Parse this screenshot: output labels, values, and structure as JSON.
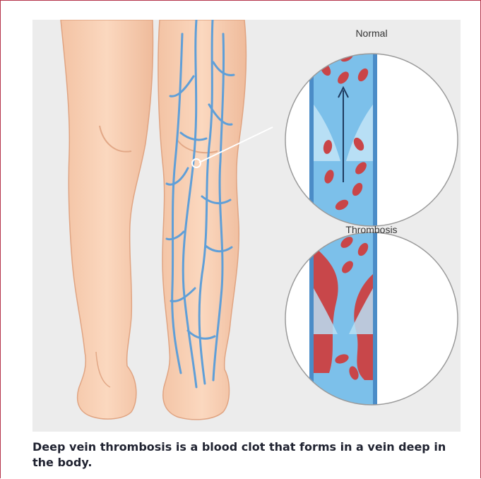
{
  "labels": {
    "normal": "Normal",
    "thrombosis": "Thrombosis"
  },
  "caption": "Deep vein thrombosis is a blood clot that forms in a vein deep in the body.",
  "colors": {
    "frame_border": "#b5344a",
    "panel_bg": "#ececec",
    "skin": "#f6cdb0",
    "skin_shadow": "#e2a887",
    "vein": "#5f9fd8",
    "vessel_fill": "#7cc0ea",
    "blood_cell": "#c94548",
    "clot": "#c8474a",
    "caption_text": "#1f2230"
  },
  "icons": [
    "leg-left-illustration",
    "leg-right-illustration",
    "magnifier-circle-normal",
    "magnifier-circle-thrombosis",
    "flow-arrow-icon"
  ]
}
